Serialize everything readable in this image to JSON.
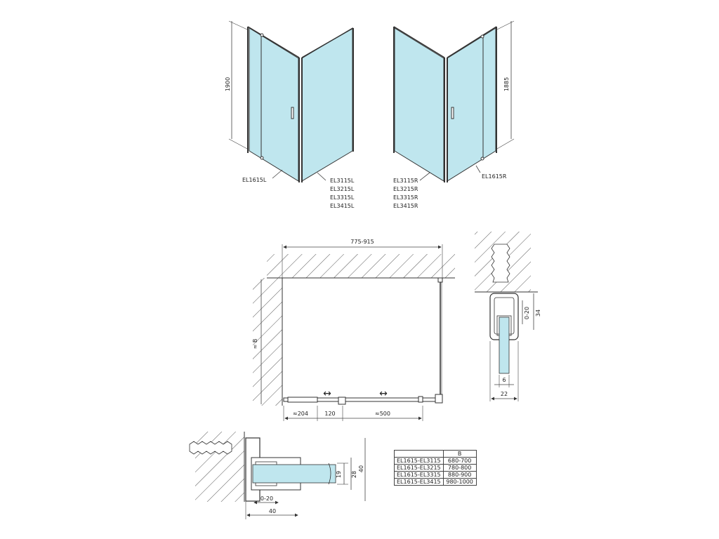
{
  "colors": {
    "glass": "#bfe6ee",
    "line": "#333333",
    "background": "#ffffff"
  },
  "top_views": {
    "left": {
      "door_label": "EL1615L",
      "panel_labels": [
        "EL3115L",
        "EL3215L",
        "EL3315L",
        "EL3415L"
      ],
      "height_label": "1900"
    },
    "right": {
      "door_label": "EL1615R",
      "panel_labels": [
        "EL3115R",
        "EL3215R",
        "EL3315R",
        "EL3415R"
      ],
      "height_label": "1885"
    }
  },
  "plan_view": {
    "width_label": "775-915",
    "depth_label": "≈ B",
    "bottom_dims": [
      "≈204",
      "120",
      "≈500"
    ],
    "direction_arrows": [
      "↔",
      "↔"
    ]
  },
  "profile_vertical": {
    "dims": [
      "0-20",
      "34",
      "6",
      "22"
    ]
  },
  "profile_horizontal": {
    "dims": [
      "19",
      "28",
      "40",
      "0-20",
      "40"
    ]
  },
  "size_table": {
    "header": [
      "",
      "B"
    ],
    "rows": [
      [
        "EL1615-EL3115",
        "680-700"
      ],
      [
        "EL1615-EL3215",
        "780-800"
      ],
      [
        "EL1615-EL3315",
        "880-900"
      ],
      [
        "EL1615-EL3415",
        "980-1000"
      ]
    ]
  }
}
